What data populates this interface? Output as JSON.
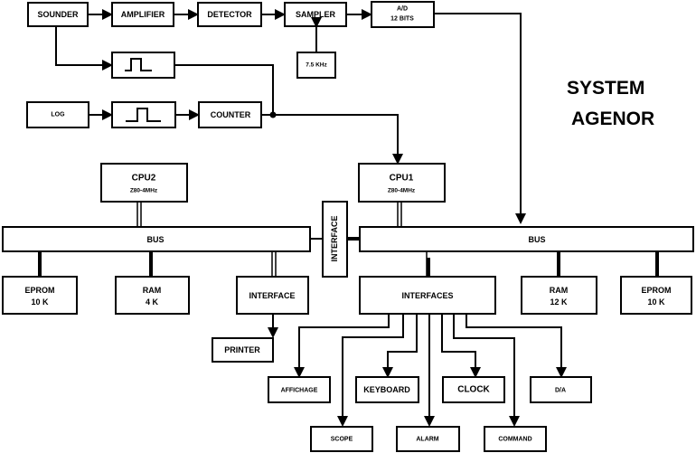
{
  "title": {
    "line1": "SYSTEM",
    "line2": "AGENOR"
  },
  "acquisition_chain": {
    "sounder": "SOUNDER",
    "amplifier": "AMPLIFIER",
    "detector": "DETECTOR",
    "sampler": "SAMPLER",
    "ad_line1": "A/D",
    "ad_line2": "12 BITS",
    "clock_rate": "7.5 KHz"
  },
  "timing_chain": {
    "log": "LOG",
    "pulse_shaper_1": "pulse-shaper",
    "pulse_shaper_2": "pulse-shaper",
    "counter": "COUNTER"
  },
  "cpu2_side": {
    "cpu_name": "CPU2",
    "cpu_spec": "Z80-4MHz",
    "bus": "BUS",
    "eprom_line1": "EPROM",
    "eprom_line2": "10 K",
    "ram_line1": "RAM",
    "ram_line2": "4 K",
    "interface": "INTERFACE",
    "printer": "PRINTER"
  },
  "bridge": {
    "interface": "INTERFACE"
  },
  "cpu1_side": {
    "cpu_name": "CPU1",
    "cpu_spec": "Z80-4MHz",
    "bus": "BUS",
    "interfaces": "INTERFACES",
    "ram_line1": "RAM",
    "ram_line2": "12 K",
    "eprom_line1": "EPROM",
    "eprom_line2": "10 K"
  },
  "peripherals": {
    "affichage": "AFFICHAGE",
    "keyboard": "KEYBOARD",
    "clock": "CLOCK",
    "da": "D/A",
    "scope": "SCOPE",
    "alarm": "ALARM",
    "command": "COMMAND"
  }
}
